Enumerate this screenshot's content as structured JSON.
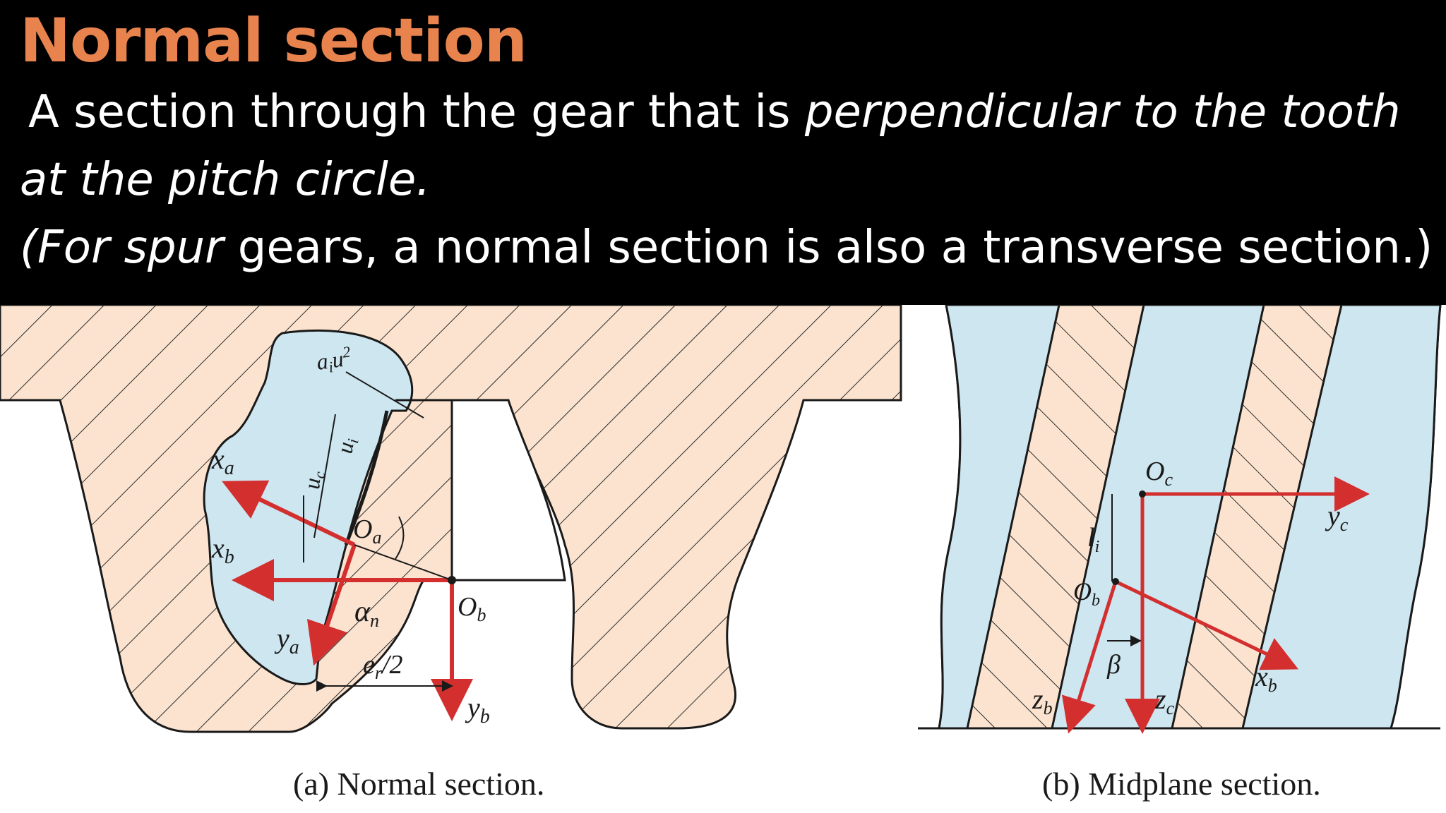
{
  "slide": {
    "title": "Normal section",
    "line1_prefix": "A section through the gear that is ",
    "line1_italic": "perpendicular to the tooth",
    "line2_italic": "at the pitch circle.",
    "line3_italic": "(For spur",
    "line3_rest": " gears, a normal section is also a transverse section.)"
  },
  "figure": {
    "colors": {
      "hatch_fill": "#fbe3cf",
      "cavity_fill": "#cde6f0",
      "arrow": "#d32f2f",
      "outline": "#1a1a1a"
    },
    "panel_a": {
      "caption": "(a) Normal section.",
      "labels": {
        "x_a": "x",
        "x_a_sub": "a",
        "x_b": "x",
        "x_b_sub": "b",
        "y_a": "y",
        "y_a_sub": "a",
        "y_b": "y",
        "y_b_sub": "b",
        "o_a": "O",
        "o_a_sub": "a",
        "o_b": "O",
        "o_b_sub": "b",
        "alpha_n": "α",
        "alpha_n_sub": "n",
        "e_r_half": "e",
        "e_r_half_sub": "r",
        "e_r_half_tail": "/2",
        "a_u": "a",
        "a_u_sub": "i",
        "a_u_mid": "u",
        "a_u_sup": "2",
        "u_c": "u",
        "u_c_sub": "c",
        "u_i": "u",
        "u_i_sub": "i"
      }
    },
    "panel_b": {
      "caption": "(b) Midplane section.",
      "labels": {
        "o_c": "O",
        "o_c_sub": "c",
        "o_b": "O",
        "o_b_sub": "b",
        "y_c": "y",
        "y_c_sub": "c",
        "x_b": "x",
        "x_b_sub": "b",
        "z_b": "z",
        "z_b_sub": "b",
        "z_c": "z",
        "z_c_sub": "c",
        "l_i": "l",
        "l_i_sub": "i",
        "beta": "β"
      }
    }
  }
}
